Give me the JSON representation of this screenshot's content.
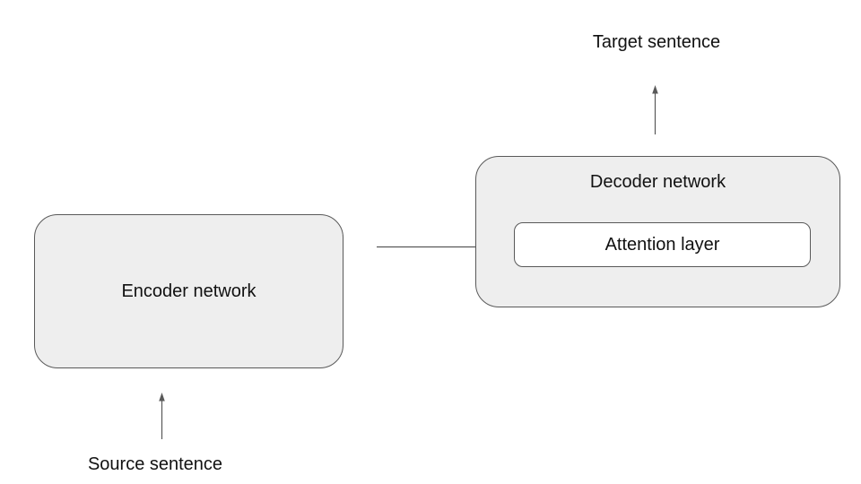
{
  "colors": {
    "background": "#ffffff",
    "box_fill": "#eeeeee",
    "box_border": "#595959",
    "attention_fill": "#ffffff",
    "arrow": "#595959",
    "text": "#111111"
  },
  "diagram": {
    "nodes": {
      "encoder": {
        "label": "Encoder network"
      },
      "decoder": {
        "label": "Decoder network"
      },
      "attention": {
        "label": "Attention layer"
      }
    },
    "annotations": {
      "target_sentence": "Target sentence",
      "source_sentence": "Source sentence"
    },
    "edges": [
      {
        "from": "source_sentence",
        "to": "encoder",
        "direction": "up"
      },
      {
        "from": "encoder",
        "to": "decoder_attention",
        "direction": "right"
      },
      {
        "from": "decoder",
        "to": "target_sentence",
        "direction": "up"
      }
    ]
  }
}
